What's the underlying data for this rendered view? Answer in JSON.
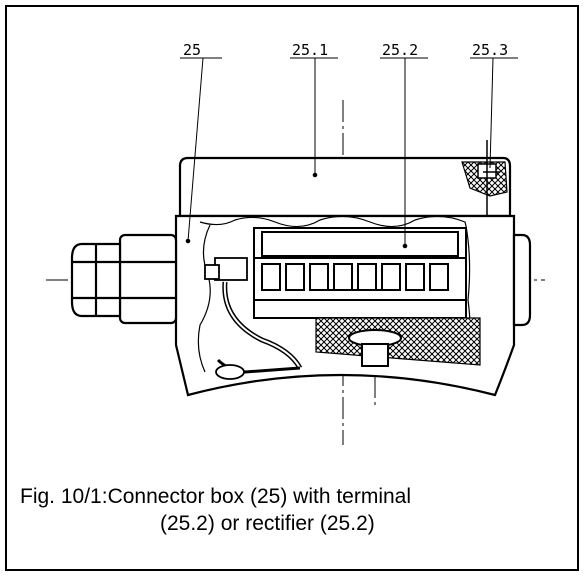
{
  "figure": {
    "callouts": {
      "connector_box": "25",
      "cover": "25.1",
      "terminal": "25.2",
      "screw": "25.3"
    },
    "caption": {
      "number": "Fig. 10/1:",
      "line1": "Connector box (25) with terminal",
      "line2": "(25.2) or rectifier (25.2)"
    }
  }
}
